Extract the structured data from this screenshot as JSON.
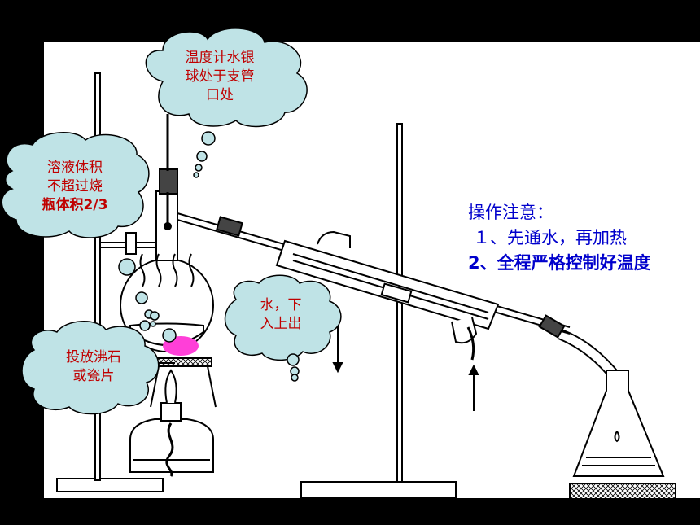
{
  "callouts": {
    "thermometer": [
      "温度计水银",
      "球处于支管",
      "口处"
    ],
    "volume": [
      "溶液体积",
      "不超过烧",
      "瓶体积2/3"
    ],
    "water": [
      "水，下",
      "入上出"
    ],
    "boiling_chips": [
      "投放沸石",
      "或瓷片"
    ]
  },
  "notes": {
    "title": "操作注意：",
    "item1": "１、先通水，再加热",
    "item2": "2、全程严格控制好温度"
  },
  "colors": {
    "background": "#000000",
    "canvas": "#ffffff",
    "cloud_fill": "#bfe3e6",
    "callout_text": "#c00000",
    "note_text": "#0000cc",
    "boiling_liquid": "#ff3fd8"
  }
}
